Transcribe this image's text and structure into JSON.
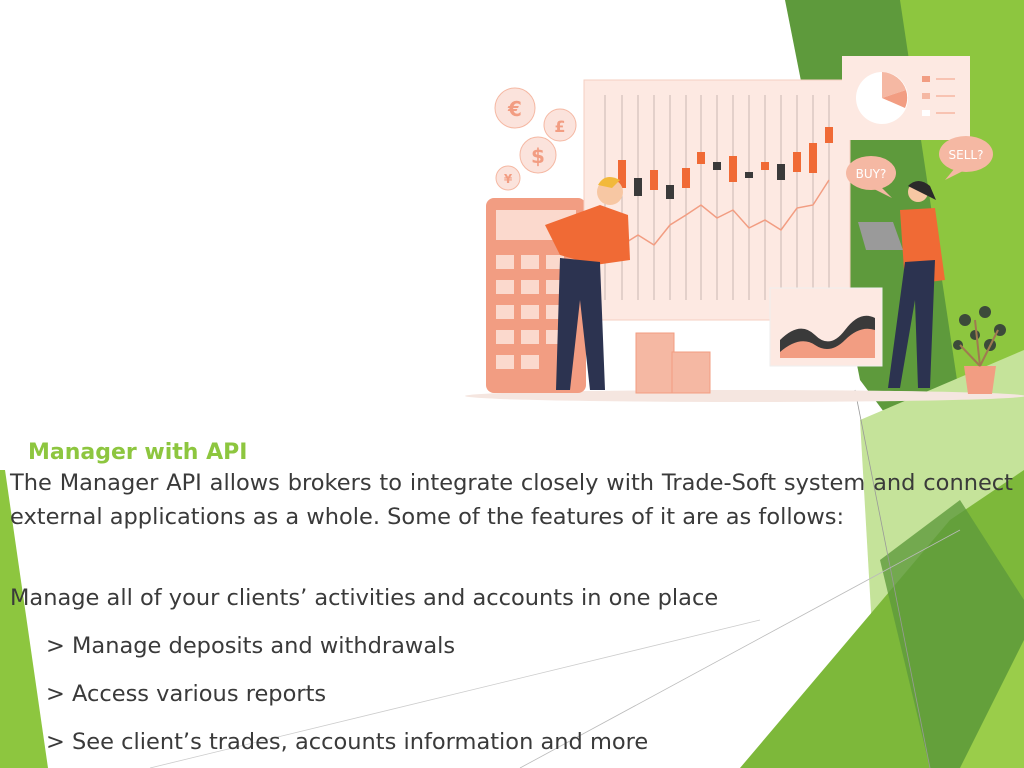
{
  "slide": {
    "title": "Manager with API",
    "paragraph": "The Manager API allows brokers to integrate closely with Trade-Soft system and connect external applications as a whole. Some of the features of it are as follows:",
    "lead": "Manage all of your clients’ activities and accounts in one place",
    "bullets": [
      "> Manage deposits and withdrawals",
      "> Access various reports",
      "> See client’s trades, accounts information and more"
    ]
  },
  "illustration": {
    "buy_label": "BUY?",
    "sell_label": "SELL?",
    "coins": [
      "€",
      "£",
      "$",
      "¥"
    ]
  },
  "colors": {
    "accent": "#8dc63f",
    "dark_green": "#5e9a3c",
    "orange": "#f06a35",
    "pink": "#fbe3dc"
  }
}
